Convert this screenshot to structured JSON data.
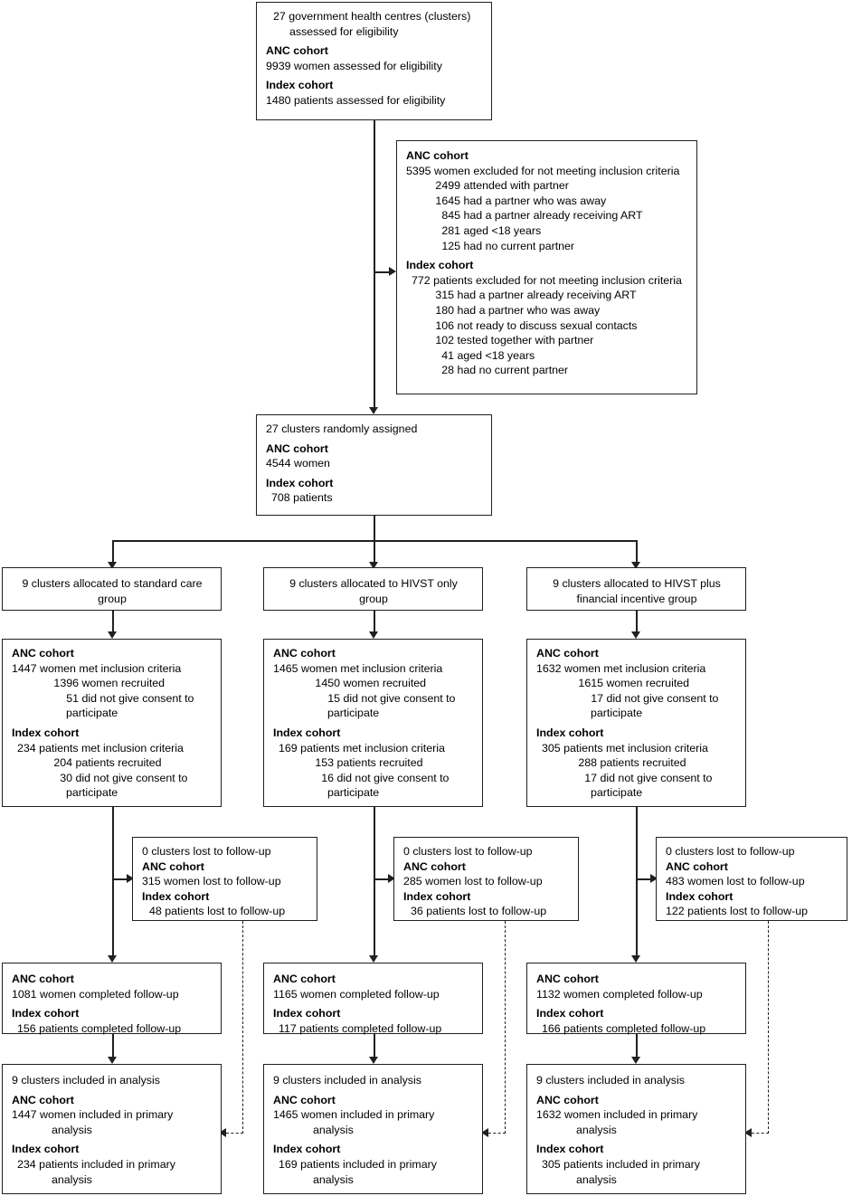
{
  "diagram": {
    "title": "CONSORT trial profile",
    "labels": {
      "anc_cohort": "ANC cohort",
      "index_cohort": "Index cohort"
    }
  },
  "enrolment": {
    "clusters_line": "27 government health centres (clusters)",
    "clusters_line2": "assessed for eligibility",
    "anc_header": "ANC cohort",
    "anc_line": "9939 women assessed for eligibility",
    "index_header": "Index cohort",
    "index_line": "1480 patients assessed for eligibility"
  },
  "excluded": {
    "anc_header": "ANC cohort",
    "anc_total": "5395 women excluded for not meeting inclusion criteria",
    "anc_reasons": [
      {
        "n": "2499",
        "text": "attended with partner"
      },
      {
        "n": "1645",
        "text": "had a partner who was away"
      },
      {
        "n": "845",
        "text": "had a partner already receiving ART"
      },
      {
        "n": "281",
        "text": "aged <18 years"
      },
      {
        "n": "125",
        "text": "had no current partner"
      }
    ],
    "index_header": "Index cohort",
    "index_total": "772 patients excluded for not meeting inclusion criteria",
    "index_reasons": [
      {
        "n": "315",
        "text": "had a partner already receiving ART"
      },
      {
        "n": "180",
        "text": "had a partner who was away"
      },
      {
        "n": "106",
        "text": "not ready to discuss sexual contacts"
      },
      {
        "n": "102",
        "text": "tested together with partner"
      },
      {
        "n": "41",
        "text": "aged <18 years"
      },
      {
        "n": "28",
        "text": "had no current partner"
      }
    ]
  },
  "randomisation": {
    "clusters_line": "27 clusters randomly assigned",
    "anc_header": "ANC cohort",
    "anc_line": "4544 women",
    "index_header": "Index cohort",
    "index_line": "708 patients"
  },
  "allocation": [
    {
      "line1": "9 clusters allocated to standard care",
      "line2": "group"
    },
    {
      "line1": "9 clusters allocated to HIVST only",
      "line2": "group"
    },
    {
      "line1": "9 clusters allocated to HIVST plus",
      "line2": "financial incentive group"
    }
  ],
  "recruitment": [
    {
      "anc_header": "ANC cohort",
      "anc_met": "1447 women met inclusion criteria",
      "anc_recruited_n": "1396",
      "anc_recruited_t": "women recruited",
      "anc_noconsent_n": "51",
      "anc_noconsent_t": "did not give consent to",
      "anc_noconsent_t2": "participate",
      "index_header": "Index cohort",
      "index_met": "234 patients met inclusion criteria",
      "index_recruited_n": "204",
      "index_recruited_t": "patients recruited",
      "index_noconsent_n": "30",
      "index_noconsent_t": "did not give consent to",
      "index_noconsent_t2": "participate"
    },
    {
      "anc_header": "ANC cohort",
      "anc_met": "1465 women met inclusion criteria",
      "anc_recruited_n": "1450",
      "anc_recruited_t": "women recruited",
      "anc_noconsent_n": "15",
      "anc_noconsent_t": "did not give consent to",
      "anc_noconsent_t2": "participate",
      "index_header": "Index cohort",
      "index_met": "169 patients met inclusion criteria",
      "index_recruited_n": "153",
      "index_recruited_t": "patients recruited",
      "index_noconsent_n": "16",
      "index_noconsent_t": "did not give consent to",
      "index_noconsent_t2": "participate"
    },
    {
      "anc_header": "ANC cohort",
      "anc_met": "1632 women met inclusion criteria",
      "anc_recruited_n": "1615",
      "anc_recruited_t": "women recruited",
      "anc_noconsent_n": "17",
      "anc_noconsent_t": "did not give consent to",
      "anc_noconsent_t2": "participate",
      "index_header": "Index cohort",
      "index_met": "305 patients met inclusion criteria",
      "index_recruited_n": "288",
      "index_recruited_t": "patients recruited",
      "index_noconsent_n": "17",
      "index_noconsent_t": "did not give consent to",
      "index_noconsent_t2": "participate"
    }
  ],
  "lost_to_followup": [
    {
      "clusters": "0 clusters lost to follow-up",
      "anc_header": "ANC cohort",
      "anc_line": "315 women lost to follow-up",
      "index_header": "Index cohort",
      "index_line": "48 patients lost to follow-up"
    },
    {
      "clusters": "0 clusters lost to follow-up",
      "anc_header": "ANC cohort",
      "anc_line": "285 women lost to follow-up",
      "index_header": "Index cohort",
      "index_line": "36 patients lost to follow-up"
    },
    {
      "clusters": "0 clusters lost to follow-up",
      "anc_header": "ANC cohort",
      "anc_line": "483 women lost to follow-up",
      "index_header": "Index cohort",
      "index_line": "122 patients lost to follow-up"
    }
  ],
  "completed": [
    {
      "anc_header": "ANC cohort",
      "anc_line": "1081 women completed follow-up",
      "index_header": "Index cohort",
      "index_line": "156 patients completed follow-up"
    },
    {
      "anc_header": "ANC cohort",
      "anc_line": "1165 women completed follow-up",
      "index_header": "Index cohort",
      "index_line": "117 patients completed follow-up"
    },
    {
      "anc_header": "ANC cohort",
      "anc_line": "1132 women completed follow-up",
      "index_header": "Index cohort",
      "index_line": "166 patients completed follow-up"
    }
  ],
  "analysis": [
    {
      "clusters": "9 clusters included in analysis",
      "anc_header": "ANC cohort",
      "anc_line": "1447 women included in primary",
      "anc_line2": "analysis",
      "index_header": "Index cohort",
      "index_line": "234 patients included in primary",
      "index_line2": "analysis"
    },
    {
      "clusters": "9 clusters included in analysis",
      "anc_header": "ANC cohort",
      "anc_line": "1465 women included in primary",
      "anc_line2": "analysis",
      "index_header": "Index cohort",
      "index_line": "169 patients included in primary",
      "index_line2": "analysis"
    },
    {
      "clusters": "9 clusters included in analysis",
      "anc_header": "ANC cohort",
      "anc_line": "1632 women included in primary",
      "anc_line2": "analysis",
      "index_header": "Index cohort",
      "index_line": "305 patients included in primary",
      "index_line2": "analysis"
    }
  ],
  "colors": {
    "line": "#231f20",
    "background": "#ffffff",
    "text": "#000000"
  }
}
